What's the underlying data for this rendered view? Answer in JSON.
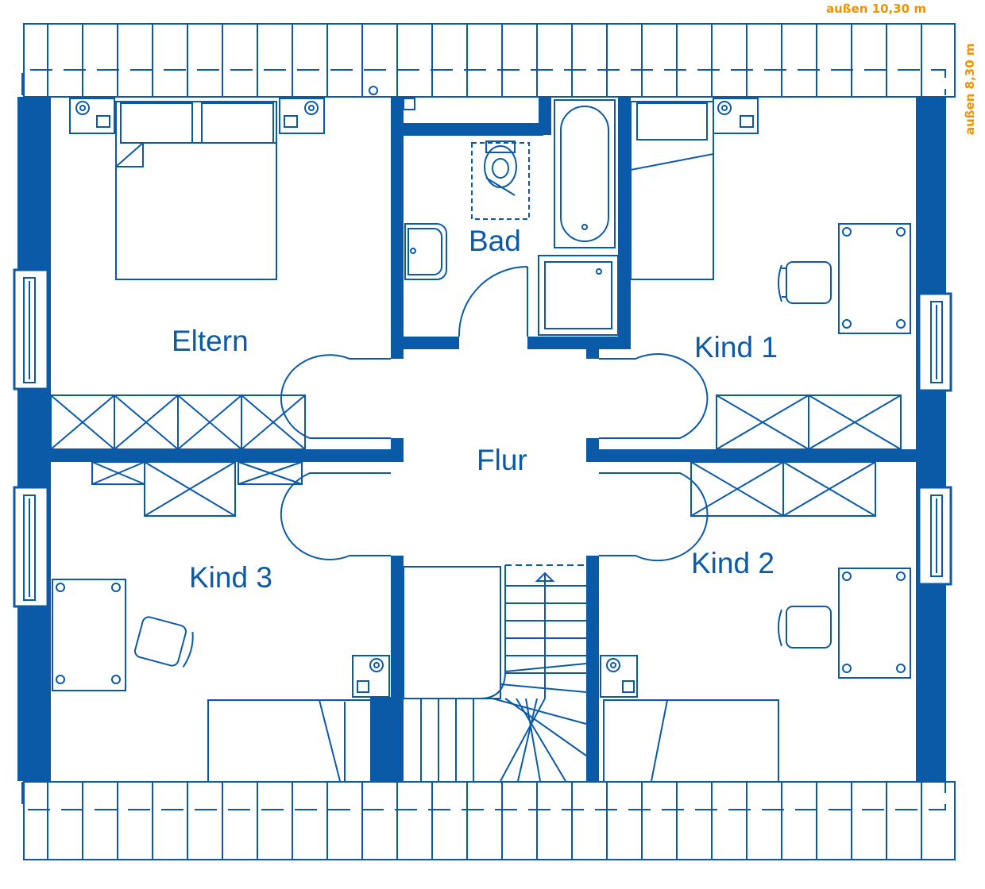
{
  "dimensions": {
    "outer_width": "außen 10,30 m",
    "outer_depth": "außen 8,30 m"
  },
  "rooms": {
    "parents": "Eltern",
    "bath": "Bad",
    "child1": "Kind 1",
    "hall": "Flur",
    "child3": "Kind 3",
    "child2": "Kind 2"
  },
  "colors": {
    "plan": "#0b5aa8",
    "dimension": "#f39200",
    "background": "#ffffff"
  }
}
